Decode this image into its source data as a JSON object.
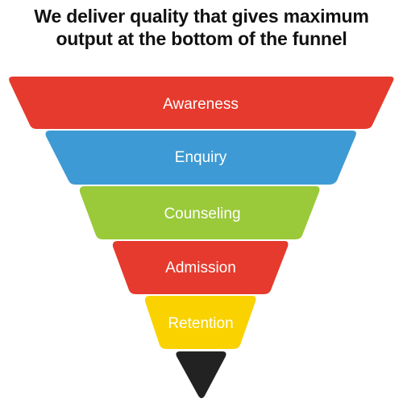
{
  "title": {
    "line1": "We deliver quality that gives maximum",
    "line2": "output at the bottom of the funnel"
  },
  "funnel": {
    "stages": [
      {
        "label": "Awareness",
        "color": "#e53a2d"
      },
      {
        "label": "Enquiry",
        "color": "#3d9ad4"
      },
      {
        "label": "Counseling",
        "color": "#9ac93a"
      },
      {
        "label": "Admission",
        "color": "#e53a2d"
      },
      {
        "label": "Retention",
        "color": "#f9d200"
      }
    ],
    "tip_color": "#222222"
  }
}
